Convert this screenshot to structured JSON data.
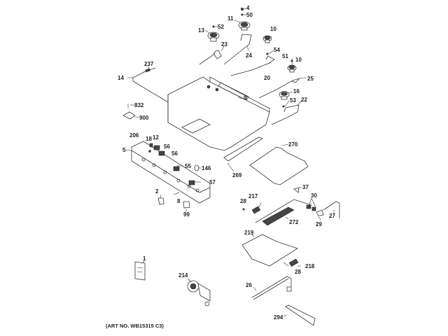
{
  "diagram": {
    "title": "Range cooktop / burner assembly exploded parts diagram",
    "art_number": "(ART NO. WB15315 C3)",
    "callouts": [
      {
        "id": "4",
        "label": "4"
      },
      {
        "id": "50",
        "label": "50"
      },
      {
        "id": "11",
        "label": "11"
      },
      {
        "id": "52",
        "label": "52"
      },
      {
        "id": "13",
        "label": "13"
      },
      {
        "id": "10a",
        "label": "10"
      },
      {
        "id": "23",
        "label": "23"
      },
      {
        "id": "24",
        "label": "24"
      },
      {
        "id": "54",
        "label": "54"
      },
      {
        "id": "51",
        "label": "51"
      },
      {
        "id": "10b",
        "label": "10"
      },
      {
        "id": "237",
        "label": "237"
      },
      {
        "id": "20",
        "label": "20"
      },
      {
        "id": "25",
        "label": "25"
      },
      {
        "id": "14",
        "label": "14"
      },
      {
        "id": "16",
        "label": "16"
      },
      {
        "id": "9",
        "label": "9"
      },
      {
        "id": "53",
        "label": "53"
      },
      {
        "id": "22",
        "label": "22"
      },
      {
        "id": "832",
        "label": "832"
      },
      {
        "id": "900",
        "label": "900"
      },
      {
        "id": "206",
        "label": "206"
      },
      {
        "id": "18",
        "label": "18"
      },
      {
        "id": "12",
        "label": "12"
      },
      {
        "id": "56a",
        "label": "56"
      },
      {
        "id": "56b",
        "label": "56"
      },
      {
        "id": "5",
        "label": "5"
      },
      {
        "id": "270",
        "label": "270"
      },
      {
        "id": "55",
        "label": "55"
      },
      {
        "id": "146",
        "label": "146"
      },
      {
        "id": "269",
        "label": "269"
      },
      {
        "id": "57",
        "label": "57"
      },
      {
        "id": "37",
        "label": "37"
      },
      {
        "id": "30",
        "label": "30"
      },
      {
        "id": "2",
        "label": "2"
      },
      {
        "id": "8",
        "label": "8"
      },
      {
        "id": "28a",
        "label": "28"
      },
      {
        "id": "217",
        "label": "217"
      },
      {
        "id": "27",
        "label": "27"
      },
      {
        "id": "99",
        "label": "99"
      },
      {
        "id": "272",
        "label": "272"
      },
      {
        "id": "29",
        "label": "29"
      },
      {
        "id": "219",
        "label": "219"
      },
      {
        "id": "1",
        "label": "1"
      },
      {
        "id": "218",
        "label": "218"
      },
      {
        "id": "28b",
        "label": "28"
      },
      {
        "id": "214",
        "label": "214"
      },
      {
        "id": "26",
        "label": "26"
      },
      {
        "id": "294",
        "label": "294"
      }
    ]
  }
}
